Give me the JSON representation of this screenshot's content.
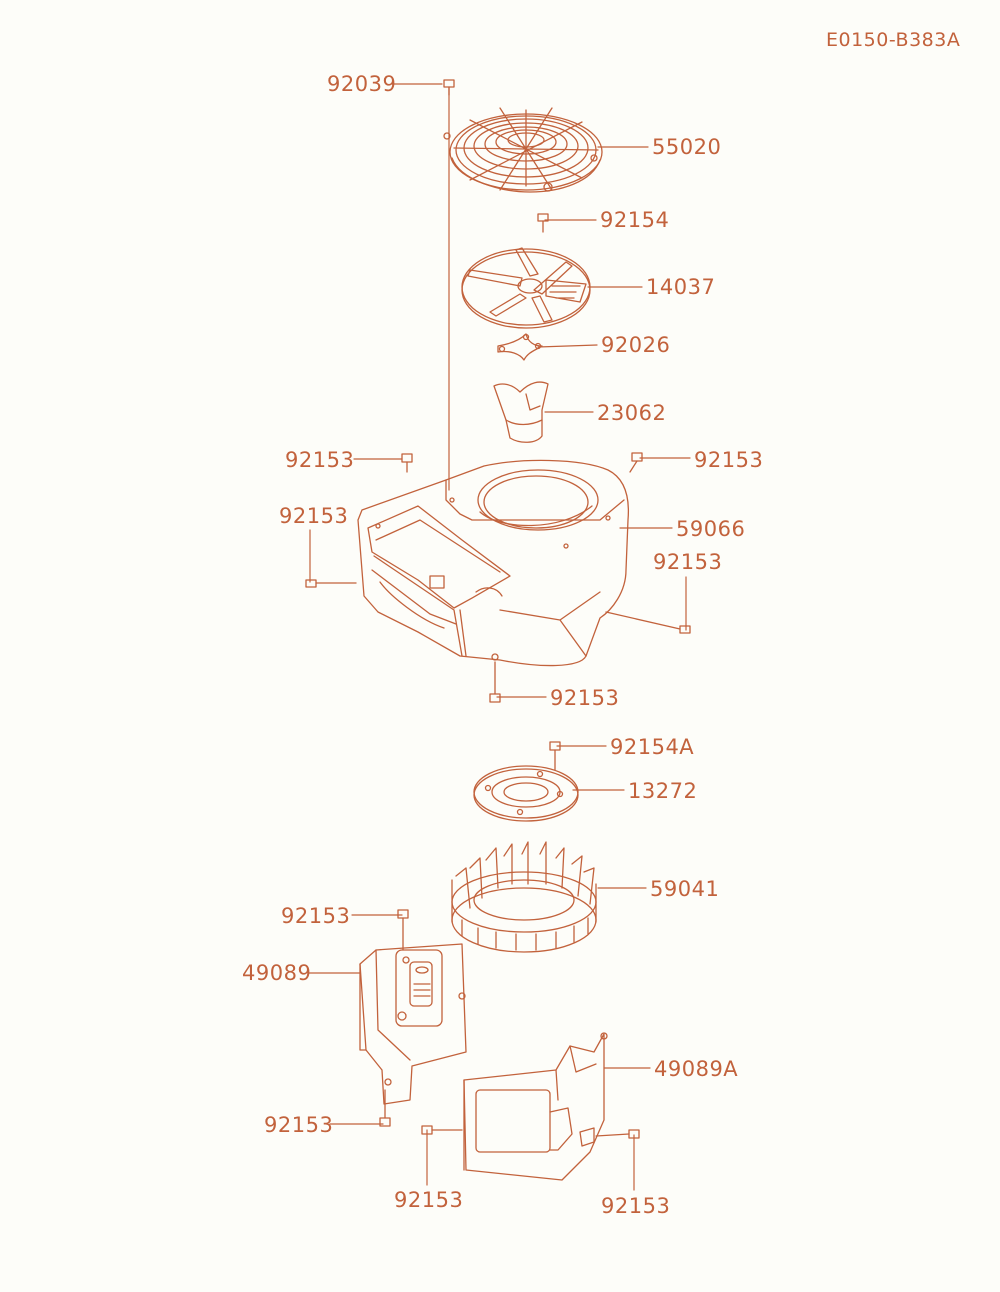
{
  "diagram": {
    "code": "E0150-B383A",
    "line_color": "#c2623c",
    "part_labels": [
      "92039",
      "55020",
      "92154",
      "14037",
      "92026",
      "23062",
      "92153",
      "92153",
      "59066",
      "92153",
      "92153",
      "92153",
      "92154A",
      "13272",
      "59041",
      "92153",
      "49089",
      "49089A",
      "92153",
      "92153",
      "92153"
    ]
  }
}
